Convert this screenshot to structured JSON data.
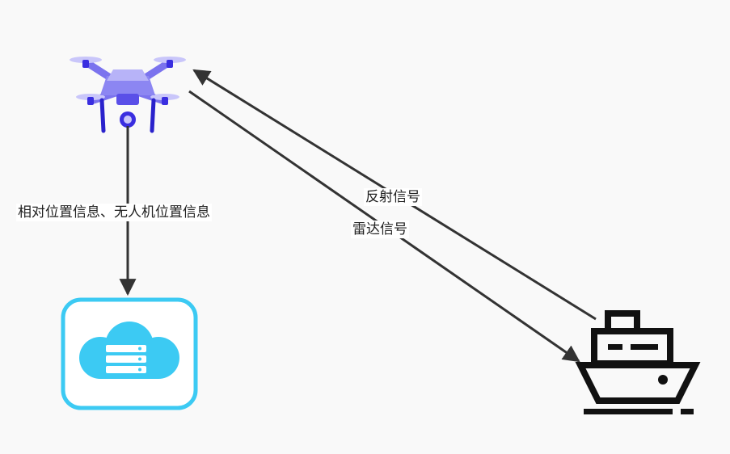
{
  "diagram": {
    "nodes": [
      {
        "id": "drone",
        "icon": "drone-icon"
      },
      {
        "id": "cloud",
        "icon": "cloud-server-icon"
      },
      {
        "id": "ship",
        "icon": "ship-icon"
      }
    ],
    "edges": [
      {
        "from": "drone",
        "to": "cloud",
        "label": "相对位置信息、无人机位置信息"
      },
      {
        "from": "ship",
        "to": "drone",
        "label": "反射信号"
      },
      {
        "from": "drone",
        "to": "ship",
        "label": "雷达信号"
      }
    ]
  },
  "colors": {
    "drone_body": "#8c86f2",
    "drone_dark": "#3a2ee0",
    "cloud_border": "#3ccaf3",
    "cloud_fill": "#3ccaf3",
    "ship": "#111111",
    "arrow": "#333333"
  }
}
